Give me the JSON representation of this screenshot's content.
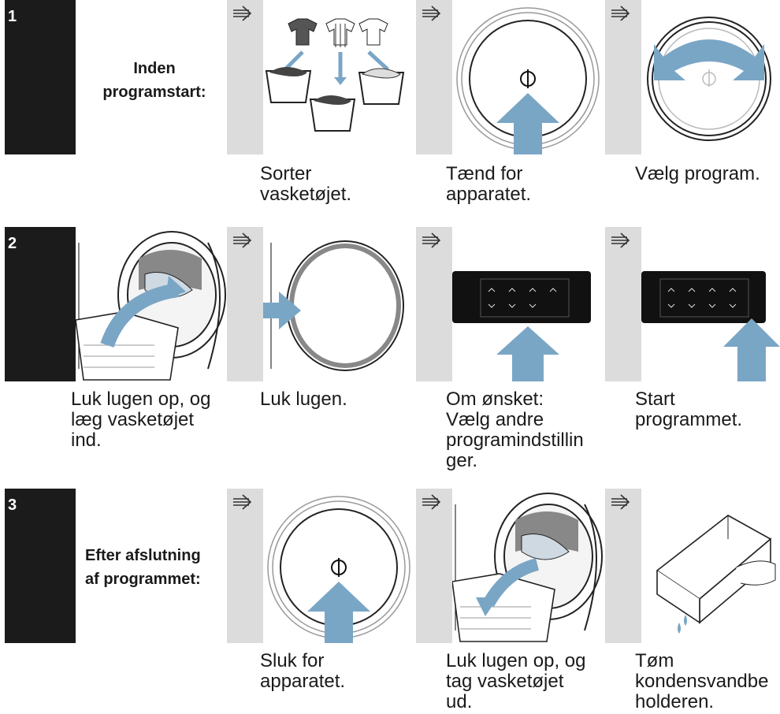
{
  "steps": [
    {
      "number": "1",
      "heading": "Inden\nprogramstart:",
      "captions": [
        "Sorter\nvasketøjet.",
        "Tænd for\napparatet.",
        "Vælg program."
      ]
    },
    {
      "number": "2",
      "heading": "",
      "captions": [
        "Luk lugen op, og\nlæg vasketøjet\nind.",
        "Luk lugen.",
        "Om ønsket:\nVælg andre\nprogramindstillin\nger.",
        "Start\nprogrammet."
      ]
    },
    {
      "number": "3",
      "heading": "Efter afslutning\naf programmet:",
      "captions": [
        "Sluk for\napparatet.",
        "Luk lugen op, og\ntag vasketøjet\nud.",
        "Tøm\nkondensvandbe\nholderen."
      ]
    }
  ],
  "icons": {
    "next_step": "double-chevron-right-icon",
    "power": "power-symbol-icon"
  },
  "colors": {
    "number_cell": "#1b1b1b",
    "separator": "#dcdcdc",
    "arrow_fill": "#7aa6c6",
    "line": "#333333"
  }
}
